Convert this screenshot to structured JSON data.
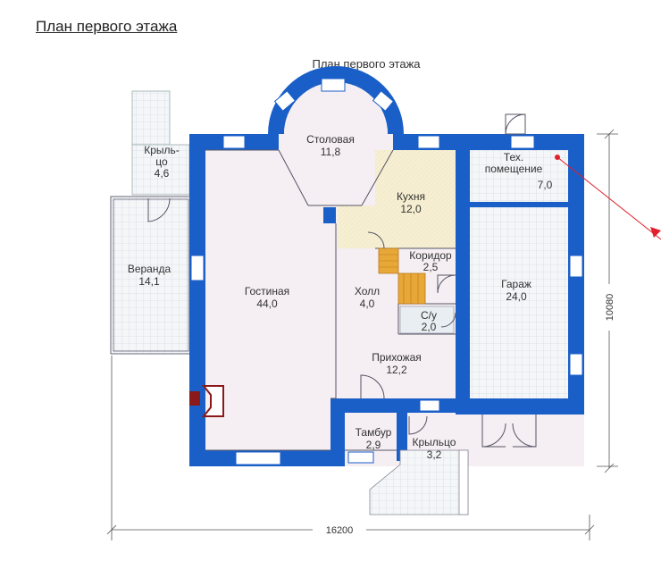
{
  "page": {
    "heading": "План первого этажа"
  },
  "plan": {
    "caption": "План первого этажа",
    "rooms": [
      {
        "id": "krylco-top",
        "name": "Крыль-",
        "name2": "цо",
        "area": "4,6"
      },
      {
        "id": "veranda",
        "name": "Веранда",
        "area": "14,1"
      },
      {
        "id": "stolovaya",
        "name": "Столовая",
        "area": "11,8"
      },
      {
        "id": "kukhnya",
        "name": "Кухня",
        "area": "12,0"
      },
      {
        "id": "tekh",
        "name": "Тех.",
        "name2": "помещение",
        "area": "7,0"
      },
      {
        "id": "koridor",
        "name": "Коридор",
        "area": "2,5"
      },
      {
        "id": "gostinaya",
        "name": "Гостиная",
        "area": "44,0"
      },
      {
        "id": "holl",
        "name": "Холл",
        "area": "4,0"
      },
      {
        "id": "garazh",
        "name": "Гараж",
        "area": "24,0"
      },
      {
        "id": "su",
        "name": "С/у",
        "area": "2,0"
      },
      {
        "id": "prikhozhaya",
        "name": "Прихожая",
        "area": "12,2"
      },
      {
        "id": "tambur",
        "name": "Тамбур",
        "area": "2,9"
      },
      {
        "id": "krylco-bottom",
        "name": "Крыльцо",
        "area": "3,2"
      }
    ],
    "dimensions": {
      "width": "16200",
      "depth": "10080"
    },
    "colors": {
      "wall": "#1a5fc8",
      "floor": "#f5eef2",
      "kitchen": "#f6efd3",
      "stairs": "#e8a838",
      "grid": "#c9d3dd",
      "pointer": "#e0202a"
    }
  }
}
